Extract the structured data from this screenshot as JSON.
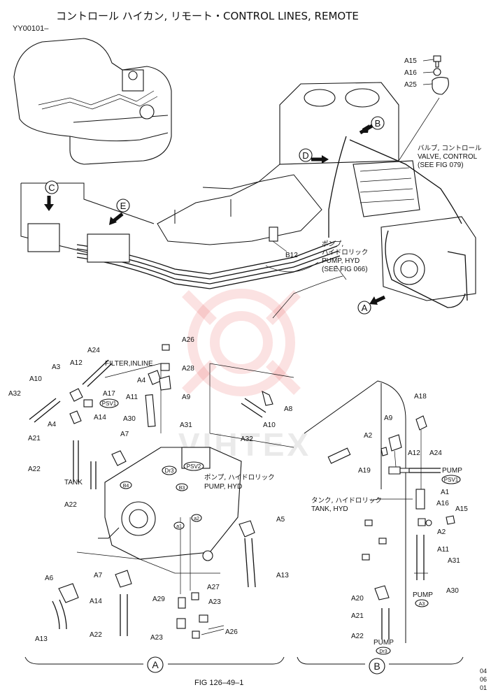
{
  "header": {
    "doc_code": "YY00101–",
    "title": "コントロール ハイカン, リモート・CONTROL LINES, REMOTE"
  },
  "callouts": {
    "A": "A",
    "B": "B",
    "C": "C",
    "D": "D",
    "E": "E"
  },
  "top_labels": {
    "a15": "A15",
    "a16": "A16",
    "a25": "A25",
    "b12": "B12",
    "valve_jp": "バルブ, コントロール",
    "valve_en": "VALVE, CONTROL",
    "valve_ref": "(SEE FIG 079)",
    "pump_jp1": "ポンプ,",
    "pump_jp2": "ハイドロリック",
    "pump_en": "PUMP, HYD",
    "pump_ref": "(SEE FIG 066)"
  },
  "section_a": {
    "a26": "A26",
    "a28": "A28",
    "a24": "A24",
    "filter": "FILTER,INLINE",
    "a12": "A12",
    "a3": "A3",
    "a10": "A10",
    "a32": "A32",
    "a4": "A4",
    "a9": "A9",
    "a11": "A11",
    "a17": "A17",
    "psv1": "PSV1",
    "a30": "A30",
    "a31": "A31",
    "a14": "A14",
    "a21": "A21",
    "a7": "A7",
    "dr3": "Dr3",
    "psv2": "PSV2",
    "a22": "A22",
    "tank": "TANK",
    "b4": "B4",
    "b3": "B3",
    "pump_jp": "ポンプ, ハイドロリック",
    "pump_en": "PUMP, HYD",
    "a8": "A8",
    "a10b": "A10",
    "a32b": "A32",
    "a5": "A5",
    "a13": "A13",
    "a1": "a1",
    "a2": "a2",
    "a6": "A6",
    "a7b": "A7",
    "a27": "A27",
    "a29": "A29",
    "a23": "A23",
    "a14b": "A14",
    "a22b": "A22",
    "a13b": "A13",
    "a23b": "A23",
    "a26b": "A26"
  },
  "section_b": {
    "a18": "A18",
    "a9": "A9",
    "a2": "A2",
    "a12": "A12",
    "a24": "A24",
    "a19": "A19",
    "pump": "PUMP",
    "psv1": "PSV1",
    "a1": "A1",
    "tank_jp": "タンク, ハイドロリック",
    "tank_en": "TANK, HYD",
    "a16": "A16",
    "a15": "A15",
    "a2b": "A2",
    "a11": "A11",
    "a31": "A31",
    "a30": "A30",
    "pump2": "PUMP",
    "a3": "A3",
    "a20": "A20",
    "a21": "A21",
    "a22": "A22",
    "pump3": "PUMP",
    "dr3": "Dr3"
  },
  "watermark": "VIHTEX",
  "footer": {
    "fig": "FIG 126–49–1",
    "section_a": "A",
    "section_b": "B",
    "rev1": "04",
    "rev2": "06",
    "rev3": "01"
  }
}
